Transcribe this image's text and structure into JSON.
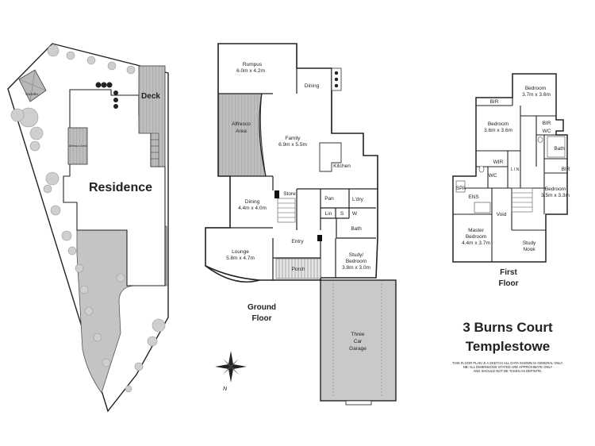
{
  "site_plan": {
    "residence_label": "Residence",
    "deck_label": "Deck",
    "gazebo_label": "Gazebo",
    "alfresco_label": "Alfresco Area"
  },
  "ground_floor": {
    "heading_line1": "Ground",
    "heading_line2": "Floor",
    "rumpus": {
      "name": "Rumpus",
      "dims": "6.0m x 4.2m"
    },
    "dining_upper": {
      "name": "Dining"
    },
    "alfresco": {
      "line1": "Alfresco",
      "line2": "Area"
    },
    "family": {
      "name": "Family",
      "dims": "6.9m x 5.5m"
    },
    "kitchen": {
      "name": "Kitchen"
    },
    "store": {
      "name": "Store"
    },
    "pan": {
      "name": "Pan"
    },
    "laundry": {
      "name": "L'dry"
    },
    "lin": {
      "name": "Lin"
    },
    "s": {
      "name": "S"
    },
    "wc": {
      "name": "W"
    },
    "dining": {
      "name": "Dining",
      "dims": "4.4m x 4.0m"
    },
    "lounge": {
      "name": "Lounge",
      "dims": "5.8m x 4.7m"
    },
    "entry": {
      "name": "Entry"
    },
    "bath": {
      "name": "Bath"
    },
    "study_bedroom": {
      "line1": "Study/",
      "line2": "Bedroom",
      "dims": "3.8m x 3.0m"
    },
    "porch": {
      "name": "Porch"
    },
    "garage": {
      "line1": "Three",
      "line2": "Car",
      "line3": "Garage"
    }
  },
  "first_floor": {
    "heading_line1": "First",
    "heading_line2": "Floor",
    "bedroom_top": {
      "name": "Bedroom",
      "dims": "3.7m x 3.6m"
    },
    "bir_left": {
      "name": "BIR"
    },
    "bir_right": {
      "name": "BIR"
    },
    "bedroom_mid": {
      "name": "Bedroom",
      "dims": "3.6m x 3.6m"
    },
    "wc_right": {
      "name": "WC"
    },
    "bath": {
      "name": "Bath"
    },
    "bir_bath": {
      "name": "BIR"
    },
    "wir": {
      "name": "WIR"
    },
    "wc_left": {
      "name": "WC"
    },
    "lin": {
      "name": "L I N"
    },
    "spa": {
      "name": "SPA"
    },
    "ens": {
      "name": "ENS"
    },
    "bedroom_right": {
      "name": "Bedroom",
      "dims": "3.5m x 3.3m"
    },
    "void": {
      "name": "Void"
    },
    "master": {
      "line1": "Master",
      "line2": "Bedroom",
      "dims": "4.4m x 3.7m"
    },
    "study_nook": {
      "line1": "Study",
      "line2": "Nook"
    }
  },
  "address": {
    "line1": "3 Burns Court",
    "line2": "Templestowe"
  },
  "disclaimer": {
    "line1": "THIS FLOOR PLAN IS A SKETCH ALL DATA SHOWN IS GENERAL ONLY.",
    "line2": "NB: ALL DIMENSIONS STATED ARE APPROXIMATE ONLY",
    "line3": "AND SHOULD NOT BE TAKEN AS DEFINITE."
  },
  "compass": {
    "north_label": "N"
  },
  "colors": {
    "wall": "#222222",
    "paving": "#c8c8c8",
    "deck": "#b5b5b5",
    "garage": "#c9c9c9",
    "tree": "#a8a8a8"
  }
}
